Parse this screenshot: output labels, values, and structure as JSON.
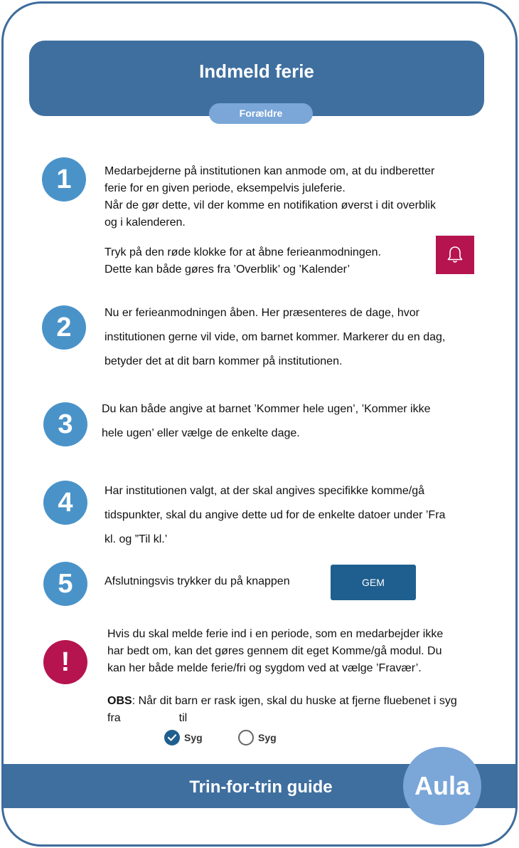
{
  "header": {
    "title": "Indmeld ferie",
    "badge": "Forældre"
  },
  "steps": [
    {
      "number": "1",
      "lines": [
        "Medarbejderne på institutionen kan anmode om, at du indberetter",
        "ferie for en given periode, eksempelvis juleferie.",
        "Når de gør dette, vil der komme en notifikation øverst i dit overblik",
        "og i kalenderen."
      ],
      "lines_b": [
        "Tryk på den røde klokke for at åbne ferieanmodningen.",
        "Dette kan både gøres fra ’Overblik’ og ’Kalender’"
      ]
    },
    {
      "number": "2",
      "lines": [
        "Nu er ferieanmodningen åben. Her præsenteres de dage, hvor",
        "institutionen gerne vil vide, om barnet kommer. Markerer du en dag,",
        "betyder det at dit barn kommer på institutionen."
      ]
    },
    {
      "number": "3",
      "lines": [
        "Du kan både angive at barnet ’Kommer hele ugen’, ’Kommer ikke",
        "hele ugen’ eller vælge de enkelte dage."
      ]
    },
    {
      "number": "4",
      "lines": [
        "Har institutionen valgt, at der skal angives specifikke komme/gå",
        "tidspunkter, skal du angive dette ud for de enkelte datoer under ’Fra",
        "kl. og ”Til kl.’"
      ]
    },
    {
      "number": "5",
      "lines": [
        "Afslutningsvis trykker du på knappen"
      ],
      "button": "GEM"
    }
  ],
  "warning": {
    "symbol": "!",
    "lines": [
      "Hvis du skal melde ferie ind i en periode, som en medarbejder ikke",
      "har bedt om, kan det gøres gennem dit eget Komme/gå modul. Du",
      "kan her både melde ferie/fri og sygdom ved at vælge ’Fravær’."
    ],
    "obs_label": "OBS",
    "obs_text": ": Når dit barn er rask igen, skal du huske at fjerne fluebenet i syg",
    "obs_line2_a": "fra",
    "obs_line2_b": "til",
    "check_checked_label": "Syg",
    "check_unchecked_label": "Syg"
  },
  "footer": {
    "title": "Trin-for-trin guide",
    "logo": "Aula"
  },
  "colors": {
    "primary": "#3f6f9f",
    "step": "#4a93c9",
    "alert": "#b5144f",
    "button": "#1f5f8f",
    "badge": "#7aa6d8"
  },
  "icons": {
    "bell": "bell-icon",
    "check": "check-icon"
  }
}
